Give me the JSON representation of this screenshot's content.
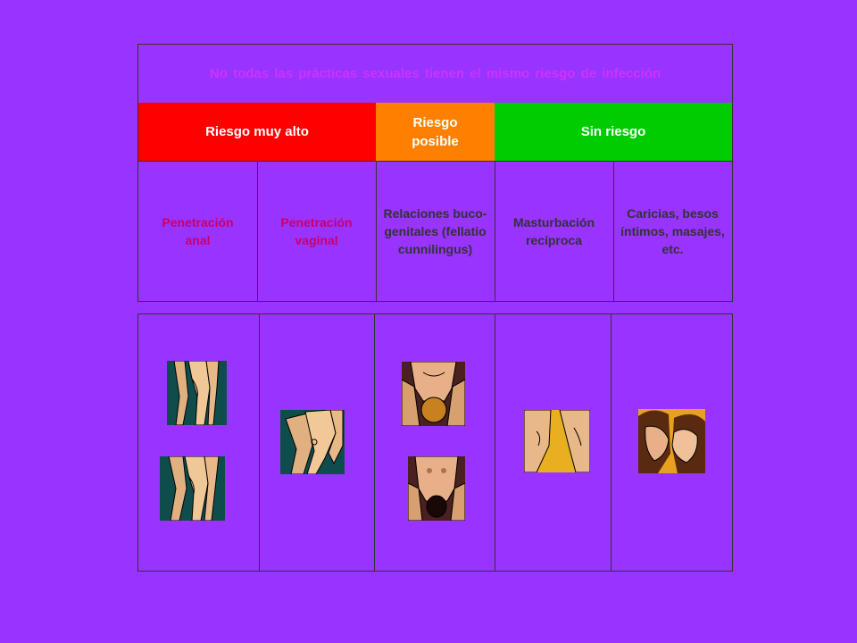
{
  "title": "No todas las prácticas sexuales tienen el mismo riesgo de infección",
  "risk_levels": [
    {
      "label": "Riesgo muy alto",
      "color": "#ff0000"
    },
    {
      "label": "Riesgo posible",
      "color": "#ff8000"
    },
    {
      "label": "Sin riesgo",
      "color": "#00cc00"
    }
  ],
  "practices": [
    {
      "label": "Penetración anal",
      "risk": "Riesgo muy alto"
    },
    {
      "label": "Penetración vaginal",
      "risk": "Riesgo muy alto"
    },
    {
      "label": "Relaciones buco-genitales (fellatio cunnilingus)",
      "risk": "Riesgo posible"
    },
    {
      "label": "Masturbación recíproca",
      "risk": "Sin riesgo"
    },
    {
      "label": "Caricias, besos íntimos, masajes, etc.",
      "risk": "Sin riesgo"
    }
  ],
  "colors": {
    "background": "#9933ff",
    "title_text": "#cc33ff",
    "practice_text_high": "#cc0066",
    "practice_text_other": "#333333"
  },
  "illustrations": [
    "anal-penetration-illustration",
    "anal-penetration-illustration",
    "vaginal-penetration-illustration",
    "oral-genital-illustration",
    "oral-genital-illustration",
    "mutual-masturbation-illustration",
    "kissing-couple-illustration"
  ]
}
